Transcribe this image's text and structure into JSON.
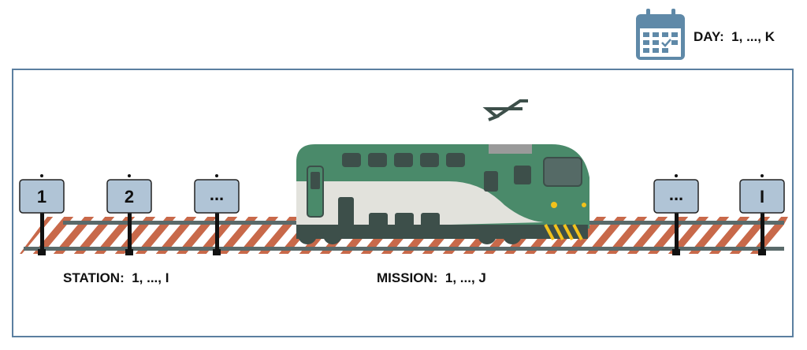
{
  "day_label": "DAY:  1, ..., K",
  "station_label": "STATION:  1, ..., I",
  "mission_label": "MISSION:  1, ..., J",
  "signs": [
    "1",
    "2",
    "...",
    "...",
    "I"
  ],
  "colors": {
    "frame": "#5b7fa0",
    "sign_fill": "#b0c4d6",
    "tie": "#c8694a",
    "rail": "#5a6a6a",
    "train_green": "#4a8a6a",
    "train_white": "#e2e2dc",
    "train_dark": "#3d4f4a",
    "calendar": "#5f89a8",
    "hazard": "#f2c21b"
  },
  "icons": {
    "calendar": "calendar-check-icon"
  }
}
